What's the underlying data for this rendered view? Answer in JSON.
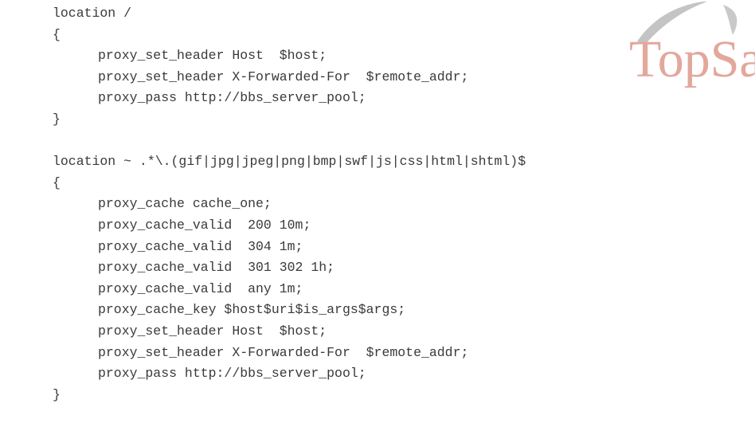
{
  "code": {
    "lines": [
      {
        "text": "location /",
        "indent": 0
      },
      {
        "text": "{",
        "indent": 0
      },
      {
        "text": "proxy_set_header Host  $host;",
        "indent": 1
      },
      {
        "text": "proxy_set_header X-Forwarded-For  $remote_addr;",
        "indent": 1
      },
      {
        "text": "proxy_pass http://bbs_server_pool;",
        "indent": 1
      },
      {
        "text": "}",
        "indent": 0
      },
      {
        "text": "",
        "indent": 0
      },
      {
        "text": "location ~ .*\\.(gif|jpg|jpeg|png|bmp|swf|js|css|html|shtml)$",
        "indent": 0
      },
      {
        "text": "{",
        "indent": 0
      },
      {
        "text": "proxy_cache cache_one;",
        "indent": 1
      },
      {
        "text": "proxy_cache_valid  200 10m;",
        "indent": 1
      },
      {
        "text": "proxy_cache_valid  304 1m;",
        "indent": 1
      },
      {
        "text": "proxy_cache_valid  301 302 1h;",
        "indent": 1
      },
      {
        "text": "proxy_cache_valid  any 1m;",
        "indent": 1
      },
      {
        "text": "proxy_cache_key $host$uri$is_args$args;",
        "indent": 1
      },
      {
        "text": "proxy_set_header Host  $host;",
        "indent": 1
      },
      {
        "text": "proxy_set_header X-Forwarded-For  $remote_addr;",
        "indent": 1
      },
      {
        "text": "proxy_pass http://bbs_server_pool;",
        "indent": 1
      },
      {
        "text": "}",
        "indent": 0
      }
    ]
  },
  "watermark": {
    "text": "TopSa",
    "color": "#e3a79c",
    "swoosh_color": "#b9b9b9",
    "icon": "topsage-logo-swoosh"
  },
  "colors": {
    "code_text": "#3a3a3a",
    "background": "#ffffff"
  }
}
